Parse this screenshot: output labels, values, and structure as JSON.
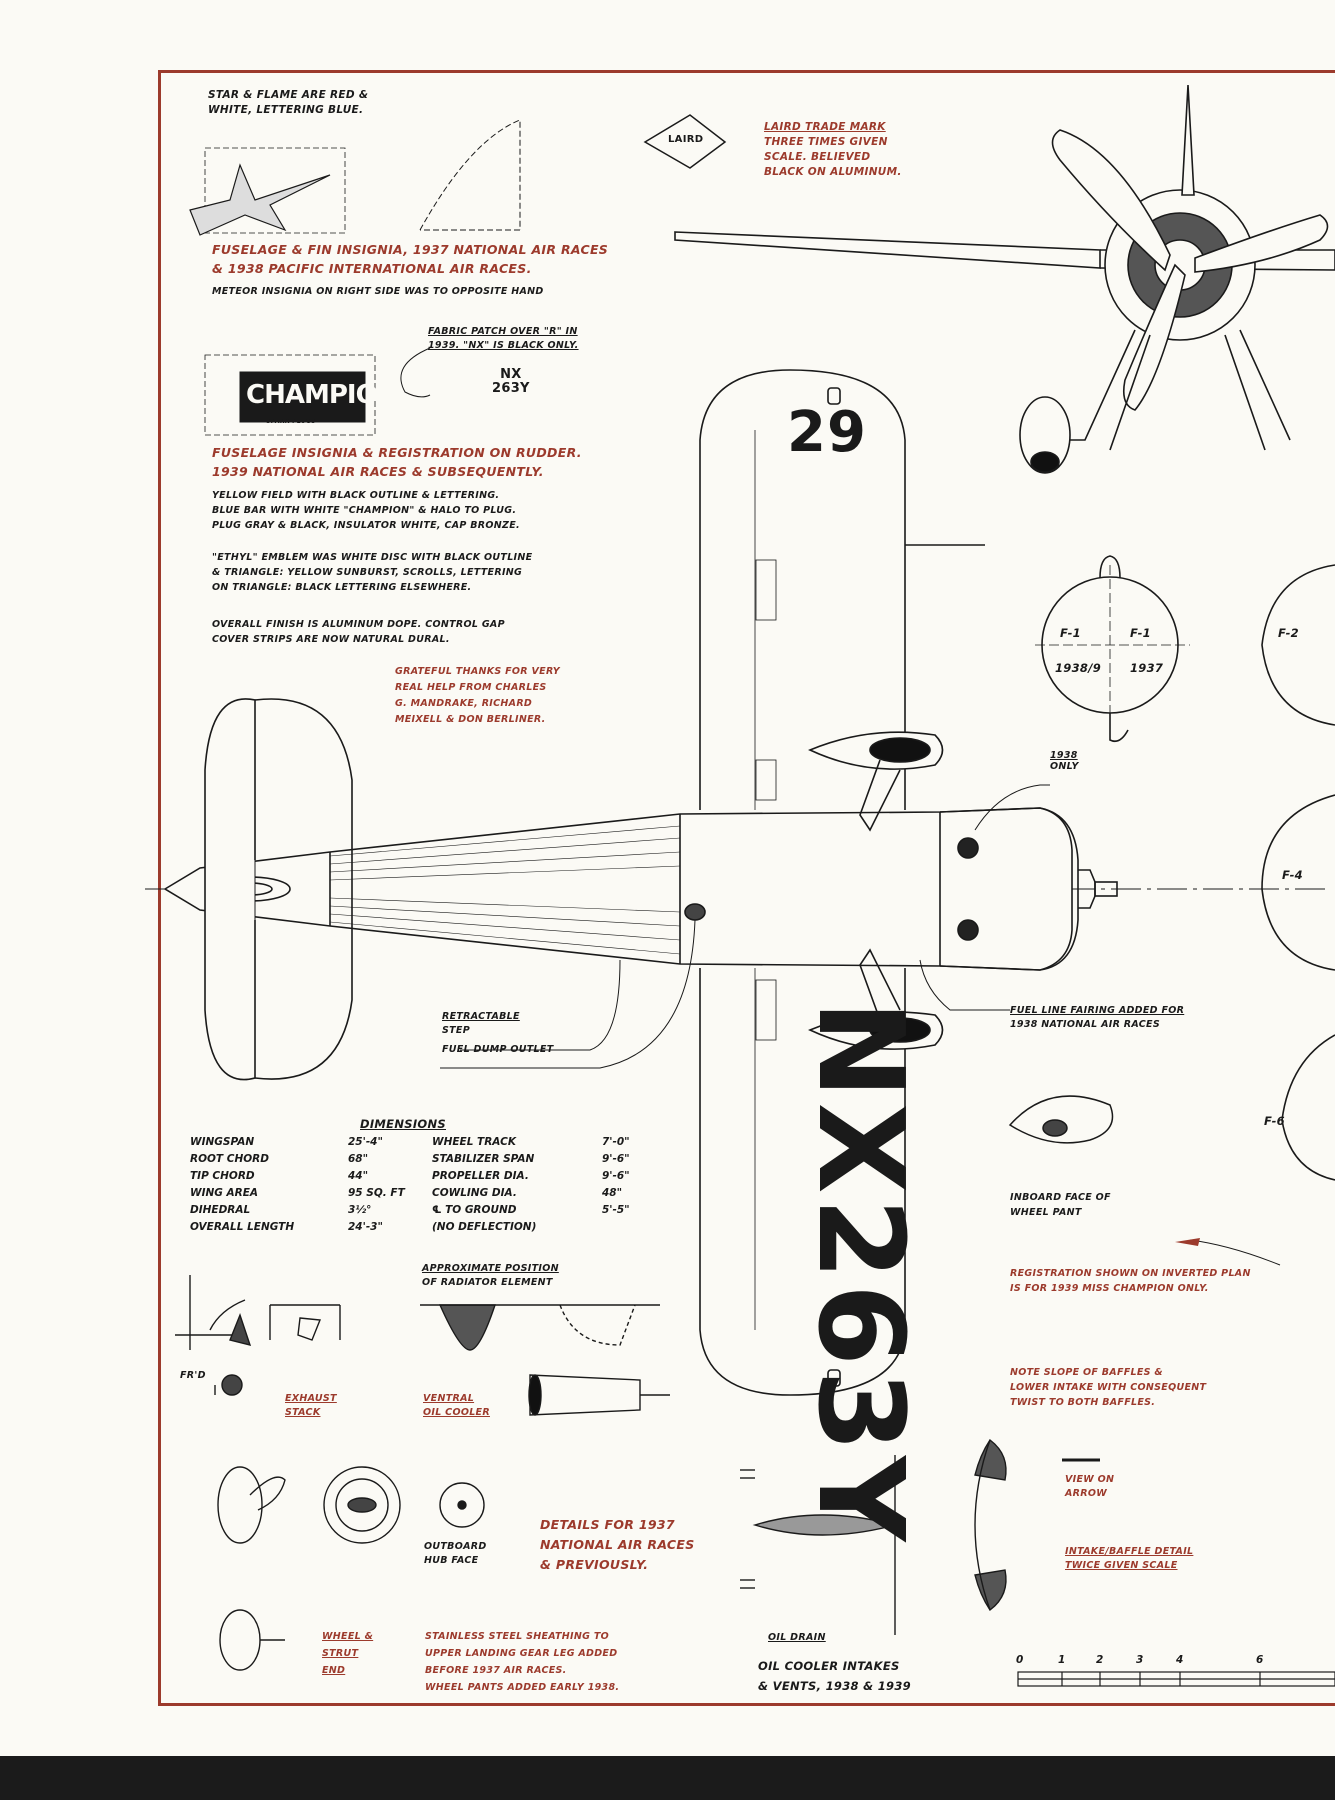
{
  "notes": {
    "star_flame": [
      "STAR & FLAME ARE RED &",
      "WHITE, LETTERING BLUE."
    ],
    "laird": {
      "title": "LAIRD TRADE MARK",
      "lines": [
        "THREE TIMES GIVEN",
        "SCALE. BELIEVED",
        "BLACK ON ALUMINUM."
      ]
    },
    "fin_insignia": [
      "FUSELAGE & FIN INSIGNIA, 1937 NATIONAL AIR RACES",
      "& 1938 PACIFIC INTERNATIONAL AIR RACES."
    ],
    "meteor": "METEOR INSIGNIA ON RIGHT SIDE WAS TO OPPOSITE HAND",
    "fabric": [
      "FABRIC PATCH OVER \"R\" IN",
      "1939. \"NX\" IS BLACK ONLY."
    ],
    "rudder": [
      "FUSELAGE INSIGNIA & REGISTRATION ON RUDDER.",
      "1939 NATIONAL AIR RACES & SUBSEQUENTLY."
    ],
    "yellow": [
      "YELLOW FIELD WITH BLACK OUTLINE & LETTERING.",
      "BLUE BAR WITH WHITE \"CHAMPION\" & HALO TO PLUG.",
      "PLUG GRAY & BLACK, INSULATOR WHITE, CAP BRONZE."
    ],
    "ethyl": [
      "\"ETHYL\" EMBLEM WAS WHITE DISC WITH BLACK OUTLINE",
      "& TRIANGLE: YELLOW SUNBURST, SCROLLS, LETTERING",
      "ON TRIANGLE: BLACK LETTERING ELSEWHERE."
    ],
    "finish": [
      "OVERALL FINISH IS ALUMINUM DOPE. CONTROL GAP",
      "COVER STRIPS ARE NOW NATURAL DURAL."
    ],
    "thanks": [
      "GRATEFUL THANKS FOR VERY",
      "REAL HELP FROM CHARLES",
      "G. MANDRAKE, RICHARD",
      "MEIXELL & DON BERLINER."
    ],
    "only_1938": [
      "1938",
      "ONLY"
    ],
    "retractable": [
      "RETRACTABLE",
      "STEP"
    ],
    "fuel_dump": "FUEL DUMP OUTLET",
    "fuel_line": [
      "FUEL LINE FAIRING ADDED FOR",
      "1938 NATIONAL AIR RACES"
    ],
    "inboard": [
      "INBOARD FACE OF",
      "WHEEL PANT"
    ],
    "registration": [
      "REGISTRATION SHOWN ON INVERTED PLAN",
      "IS FOR 1939 MISS CHAMPION ONLY."
    ],
    "baffles": [
      "NOTE SLOPE OF BAFFLES &",
      "LOWER INTAKE WITH CONSEQUENT",
      "TWIST TO BOTH BAFFLES."
    ],
    "view_arrow": [
      "VIEW ON",
      "ARROW"
    ],
    "intake": [
      "INTAKE/BAFFLE DETAIL",
      "TWICE GIVEN SCALE"
    ],
    "radiator": [
      "APPROXIMATE POSITION",
      "OF RADIATOR ELEMENT"
    ],
    "frd": "FR'D",
    "exhaust": [
      "EXHAUST",
      "STACK"
    ],
    "ventral": [
      "VENTRAL",
      "OIL COOLER"
    ],
    "outboard": [
      "OUTBOARD",
      "HUB FACE"
    ],
    "details": [
      "DETAILS FOR 1937",
      "NATIONAL AIR RACES",
      "& PREVIOUSLY."
    ],
    "wheel_strut": [
      "WHEEL &",
      "STRUT",
      "END"
    ],
    "stainless": [
      "STAINLESS STEEL SHEATHING TO",
      "UPPER LANDING GEAR LEG ADDED",
      "BEFORE 1937 AIR RACES.",
      "WHEEL PANTS ADDED EARLY 1938."
    ],
    "oil_drain": "OIL DRAIN",
    "oil_cooler": [
      "OIL COOLER INTAKES",
      "& VENTS, 1938 & 1939"
    ]
  },
  "markings": {
    "race_number": "29",
    "registration": "NX263Y",
    "nx_patch": [
      "NX",
      "263Y"
    ],
    "champion": "CHAMPION",
    "champion_small": [
      "SPARK",
      "PLUGS"
    ],
    "laird_badge": "LAIRD"
  },
  "sections": {
    "f1a": "F-1",
    "f1a_year": "1938/9",
    "f1b": "F-1",
    "f1b_year": "1937",
    "f2": "F-2",
    "f4": "F-4",
    "f6": "F-6"
  },
  "dimensions": {
    "title": "DIMENSIONS",
    "left": [
      {
        "label": "WINGSPAN",
        "value": "25'-4\""
      },
      {
        "label": "ROOT CHORD",
        "value": "68\""
      },
      {
        "label": "TIP CHORD",
        "value": "44\""
      },
      {
        "label": "WING AREA",
        "value": "95 sq. ft"
      },
      {
        "label": "DIHEDRAL",
        "value": "3½°"
      },
      {
        "label": "OVERALL LENGTH",
        "value": "24'-3\""
      }
    ],
    "right": [
      {
        "label": "WHEEL TRACK",
        "value": "7'-0\""
      },
      {
        "label": "STABILIZER SPAN",
        "value": "9'-6\""
      },
      {
        "label": "PROPELLER DIA.",
        "value": "9'-6\""
      },
      {
        "label": "COWLING DIA.",
        "value": "48\""
      },
      {
        "label": "℄ TO GROUND",
        "value": "5'-5\""
      },
      {
        "label": "(NO DEFLECTION)",
        "value": ""
      }
    ]
  },
  "scale": [
    "0",
    "1",
    "2",
    "3",
    "4",
    "6"
  ],
  "colors": {
    "border": "#9c3a2c",
    "ink": "#1a1a1a",
    "paper": "#fbfaf5"
  }
}
